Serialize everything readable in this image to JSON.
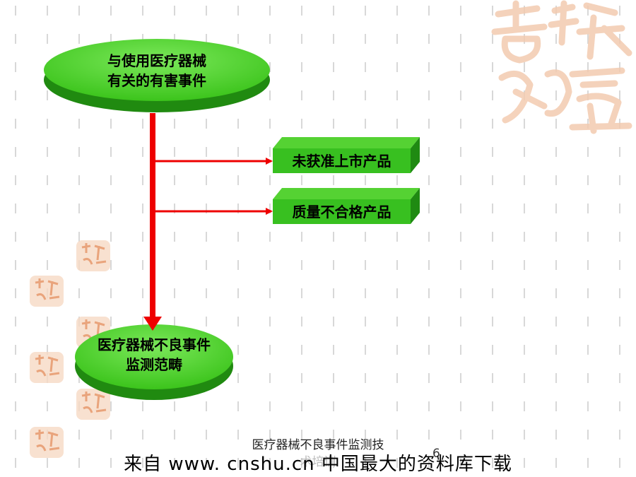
{
  "diagram": {
    "top_node": {
      "line1": "与使用医疗器械",
      "line2": "有关的有害事件"
    },
    "bottom_node": {
      "line1": "医疗器械不良事件",
      "line2": "监测范畴"
    },
    "branches": [
      {
        "label": "未获准上市产品"
      },
      {
        "label": "质量不合格产品"
      }
    ]
  },
  "footer": {
    "title_line1": "医疗器械不良事件监测技",
    "title_line2": "术培训",
    "page_number": "6",
    "banner": "来自 www. cnshu.cn 中国最大的资料库下载"
  },
  "decoration": {
    "seal_text": "吉祥如意",
    "seal_color": "#f2c9a8"
  },
  "colors": {
    "node_green": "#44cc22",
    "box_green": "#33bb22",
    "arrow_red": "#ee0000",
    "grid_gray": "#d6d6d6"
  }
}
